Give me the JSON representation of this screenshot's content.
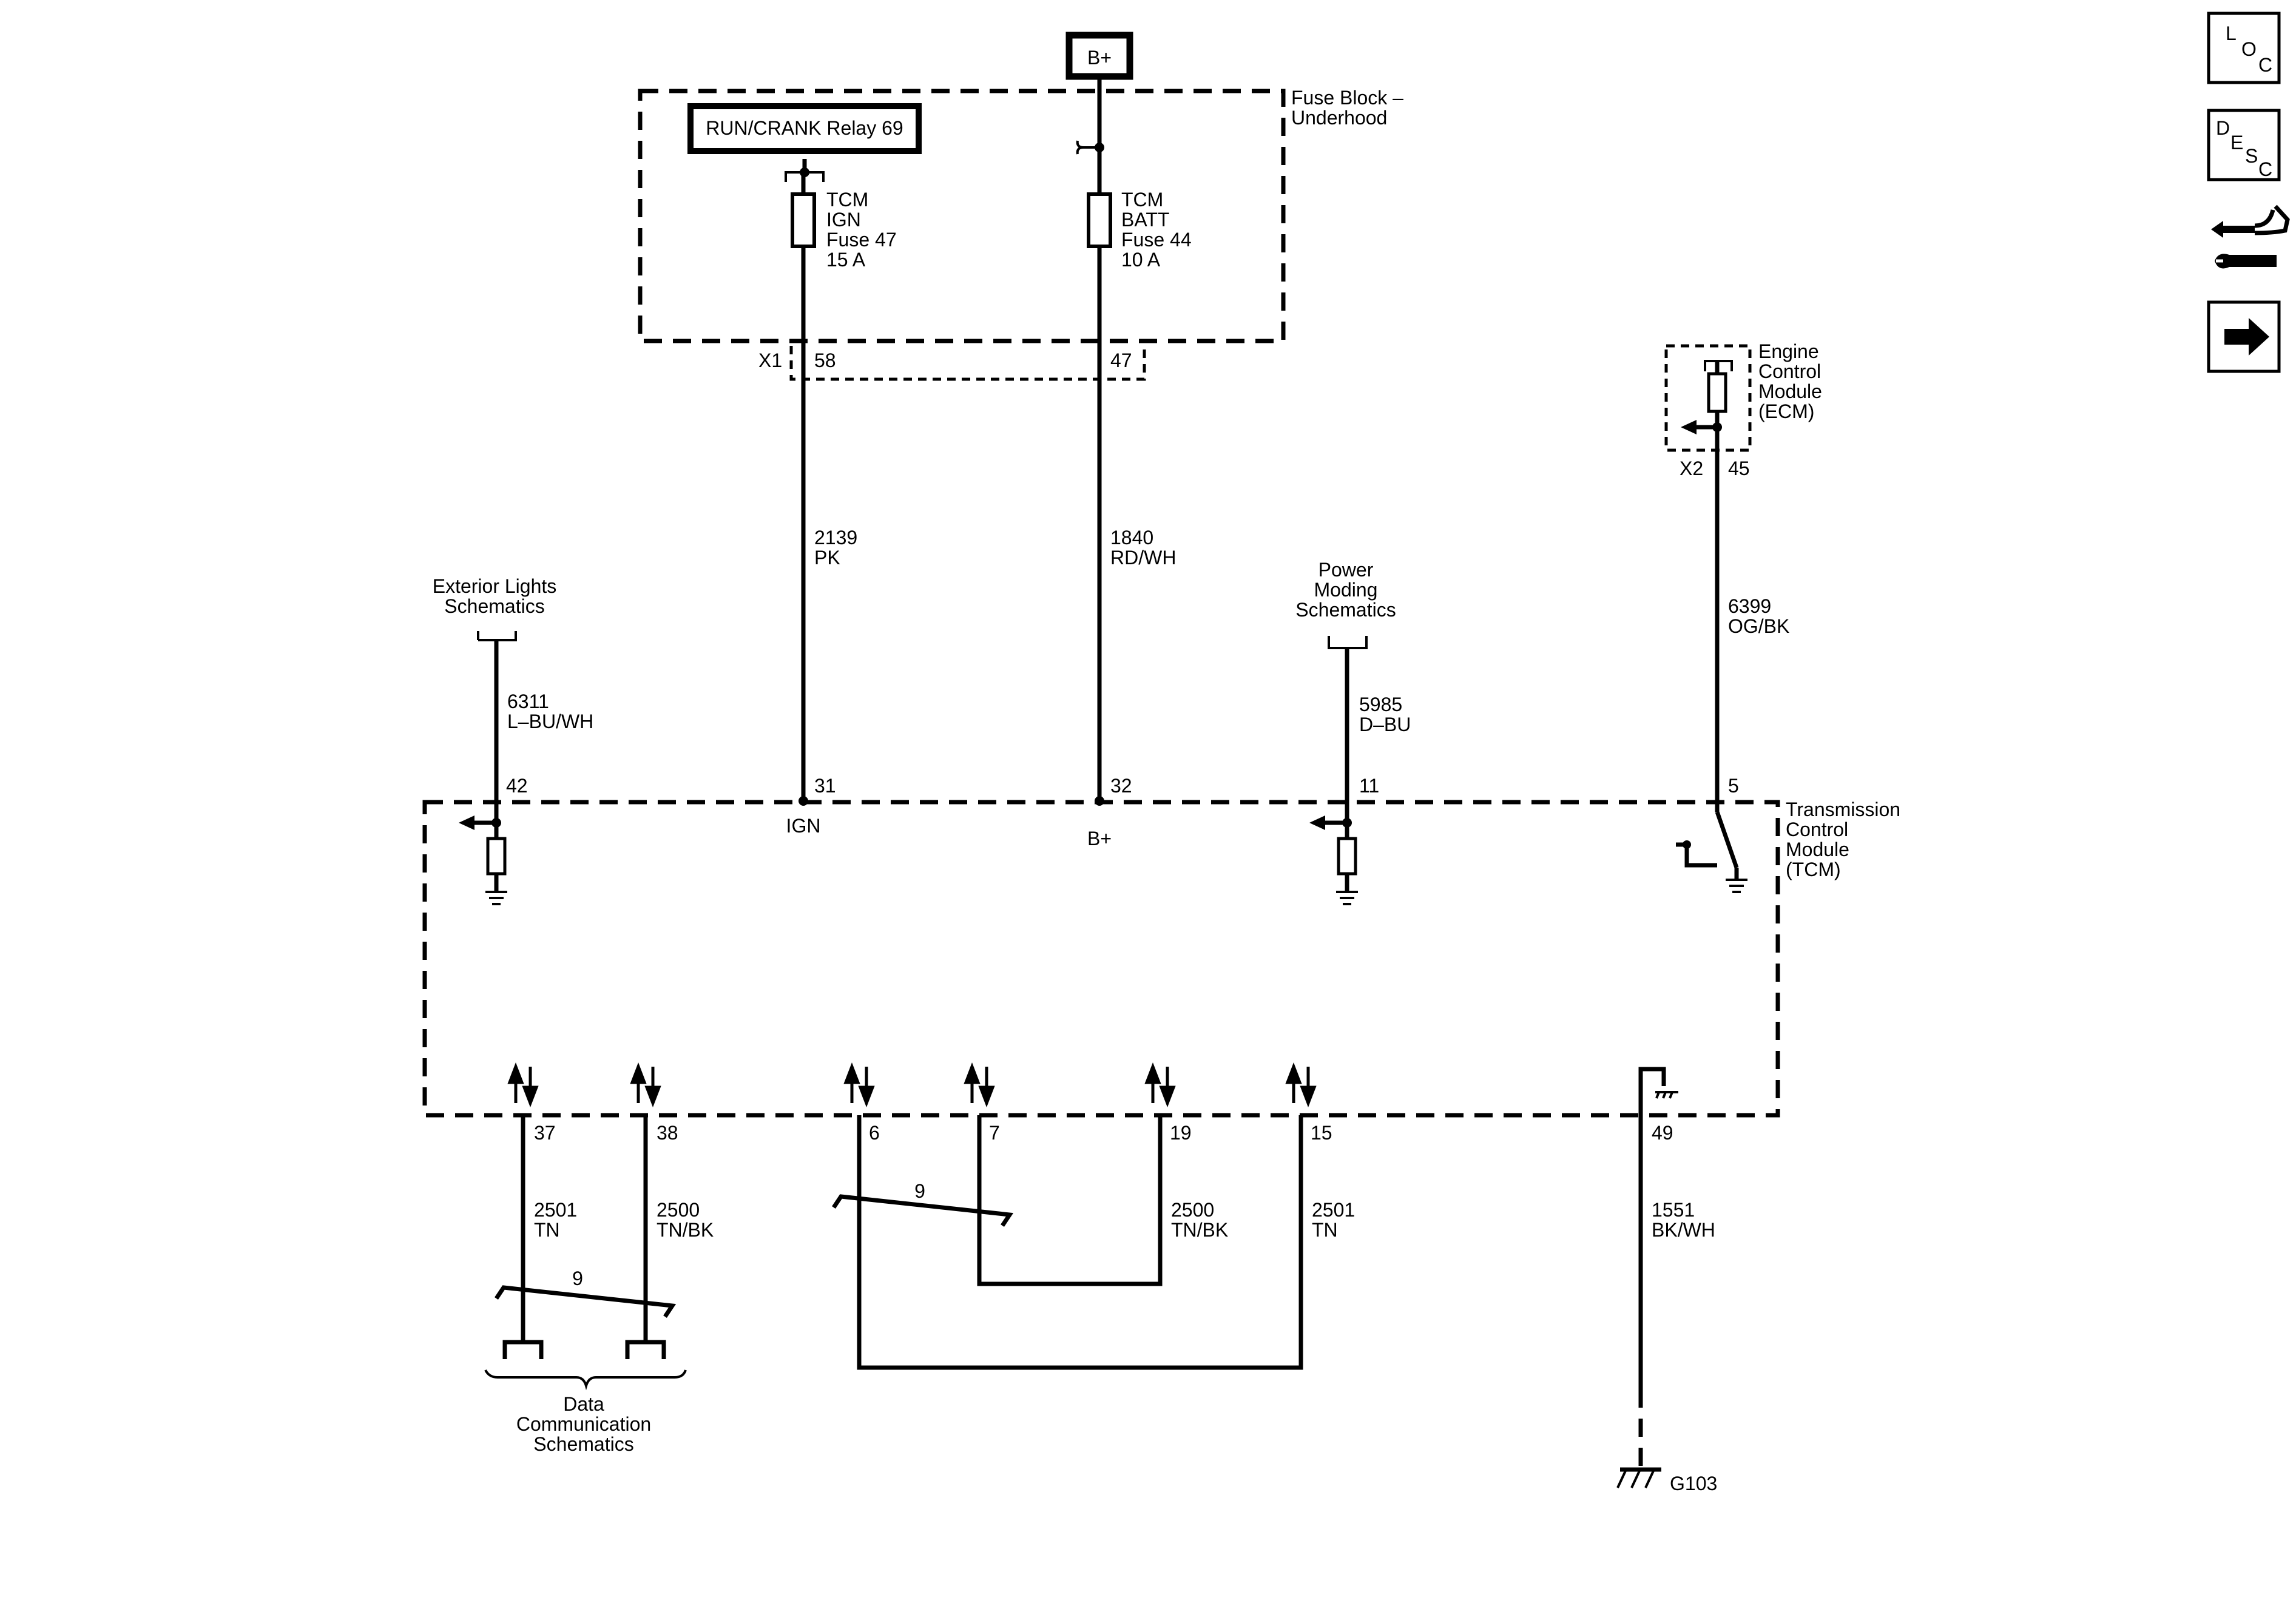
{
  "power": {
    "bplus_box": "B+"
  },
  "fuse_block": {
    "title": [
      "Fuse Block –",
      "Underhood"
    ],
    "relay": "RUN/CRANK Relay 69",
    "fuse_ign": [
      "TCM",
      "IGN",
      "Fuse 47",
      "15 A"
    ],
    "fuse_batt": [
      "TCM",
      "BATT",
      "Fuse 44",
      "10 A"
    ],
    "connector": "X1",
    "pin_ign": "58",
    "pin_batt": "47"
  },
  "ecm": {
    "title": [
      "Engine",
      "Control",
      "Module",
      "(ECM)"
    ],
    "connector": "X2",
    "pin": "45"
  },
  "wires": {
    "w2139": [
      "2139",
      "PK"
    ],
    "w1840": [
      "1840",
      "RD/WH"
    ],
    "w6399": [
      "6399",
      "OG/BK"
    ],
    "w6311": [
      "6311",
      "L–BU/WH"
    ],
    "w5985": [
      "5985",
      "D–BU"
    ],
    "w2501a": [
      "2501",
      "TN"
    ],
    "w2500a": [
      "2500",
      "TN/BK"
    ],
    "w2500b": [
      "2500",
      "TN/BK"
    ],
    "w2501b": [
      "2501",
      "TN"
    ],
    "w1551": [
      "1551",
      "BK/WH"
    ],
    "twist_a": "9",
    "twist_b": "9"
  },
  "references": {
    "exterior": [
      "Exterior Lights",
      "Schematics"
    ],
    "power_moding": [
      "Power",
      "Moding",
      "Schematics"
    ],
    "data_comm": [
      "Data",
      "Communication",
      "Schematics"
    ]
  },
  "tcm": {
    "title": [
      "Transmission",
      "Control",
      "Module",
      "(TCM)"
    ],
    "top_pins": [
      "42",
      "31",
      "32",
      "11",
      "5"
    ],
    "ign_label": "IGN",
    "bplus_label": "B+",
    "bottom_pins": [
      "37",
      "38",
      "6",
      "7",
      "19",
      "15",
      "49"
    ]
  },
  "ground": {
    "label": "G103"
  },
  "nav": {
    "loc": [
      "L",
      "O",
      "C"
    ],
    "desc": [
      "D",
      "E",
      "S",
      "C"
    ],
    "icons": [
      "connector-wrench-icon",
      "next-arrow-icon"
    ]
  }
}
